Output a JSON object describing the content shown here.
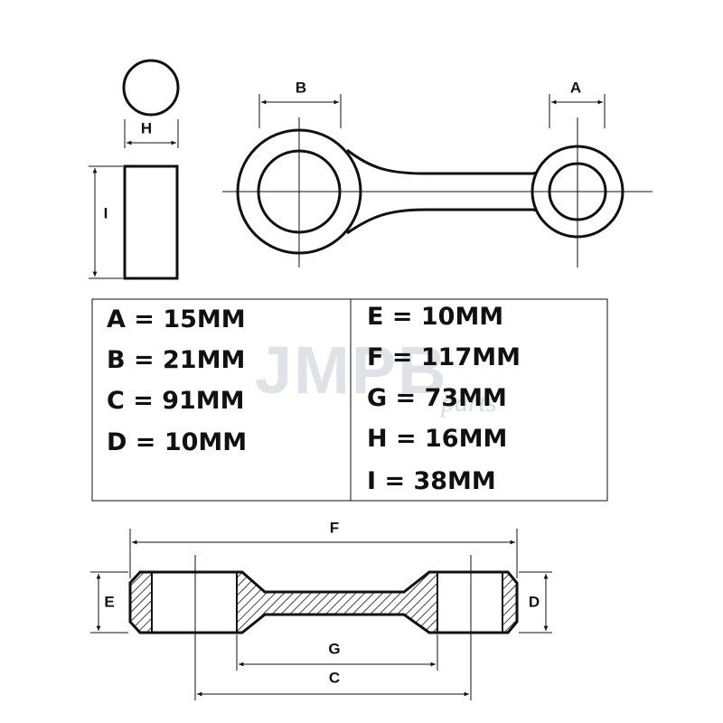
{
  "labels": {
    "a": "A",
    "b": "B",
    "c": "C",
    "d": "D",
    "e": "E",
    "f": "F",
    "g": "G",
    "h": "H",
    "i": "I"
  },
  "specs_left": [
    "A = 15MM",
    "B = 21MM",
    "C = 91MM",
    "D = 10MM"
  ],
  "specs_right": [
    "E = 10MM",
    "F = 117MM",
    "G = 73MM",
    "H = 16MM",
    "I = 38MM"
  ],
  "watermark": {
    "text": "JMPB",
    "sub": "parts"
  }
}
